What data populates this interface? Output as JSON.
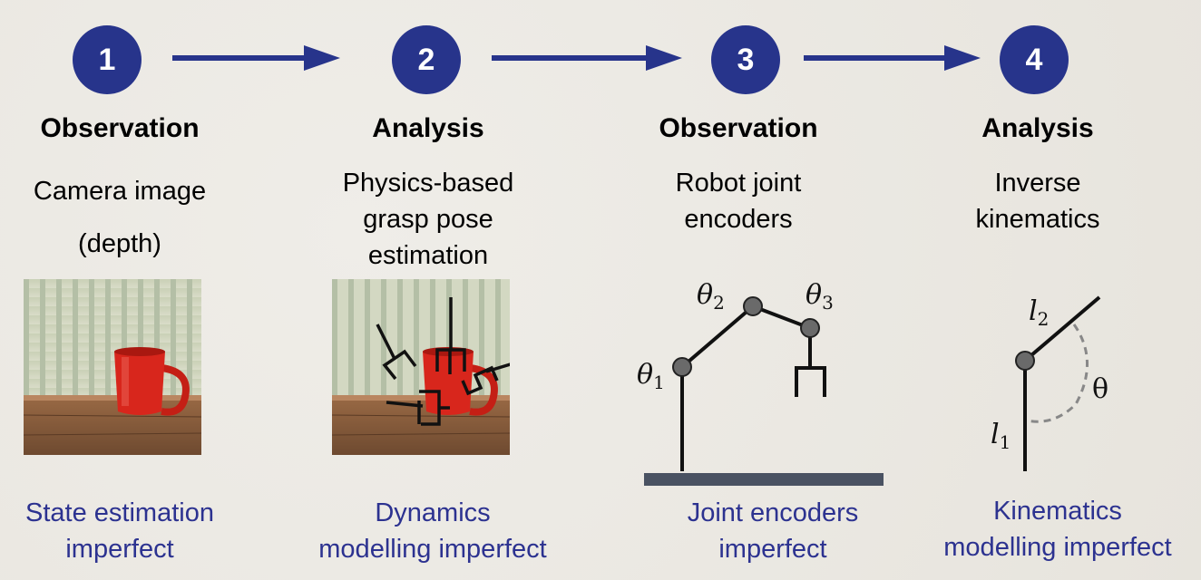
{
  "steps": [
    {
      "number": "1",
      "title": "Observation",
      "desc": [
        "Camera image",
        "(depth)"
      ],
      "foot": [
        "State estimation",
        "imperfect"
      ]
    },
    {
      "number": "2",
      "title": "Analysis",
      "desc": [
        "Physics-based",
        "grasp pose",
        "estimation"
      ],
      "foot": [
        "Dynamics",
        "modelling imperfect"
      ]
    },
    {
      "number": "3",
      "title": "Observation",
      "desc": [
        "Robot joint",
        "encoders"
      ],
      "foot": [
        "Joint encoders",
        "imperfect"
      ]
    },
    {
      "number": "4",
      "title": "Analysis",
      "desc": [
        "Inverse",
        "kinematics"
      ],
      "foot": [
        "Kinematics",
        "modelling imperfect"
      ]
    }
  ],
  "robot_labels": {
    "theta1": {
      "sym": "θ",
      "sub": "1"
    },
    "theta2": {
      "sym": "θ",
      "sub": "2"
    },
    "theta3": {
      "sym": "θ",
      "sub": "3"
    }
  },
  "ik_labels": {
    "l1": {
      "sym": "l",
      "sub": "1"
    },
    "l2": {
      "sym": "l",
      "sub": "2"
    },
    "theta": "θ"
  },
  "colors": {
    "accent": "#27348b",
    "footer_text": "#2c3290",
    "mug_red": "#d8261c",
    "base_plate": "#4a5262"
  }
}
